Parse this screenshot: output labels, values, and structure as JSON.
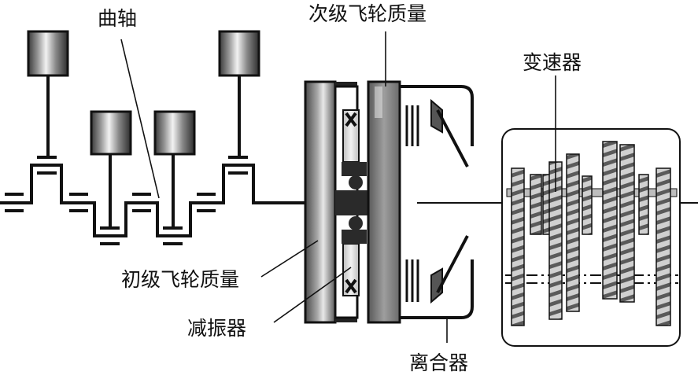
{
  "labels": {
    "crankshaft": "曲轴",
    "secondary_flywheel": "次级飞轮质量",
    "gearbox": "变速器",
    "primary_flywheel": "初级飞轮质量",
    "damper": "减振器",
    "clutch": "离合器"
  },
  "colors": {
    "line": "#111111",
    "dark_mass": "#555555",
    "mid_mass": "#8c8c8c",
    "light_mass": "#d8d8d8",
    "background": "#ffffff"
  }
}
